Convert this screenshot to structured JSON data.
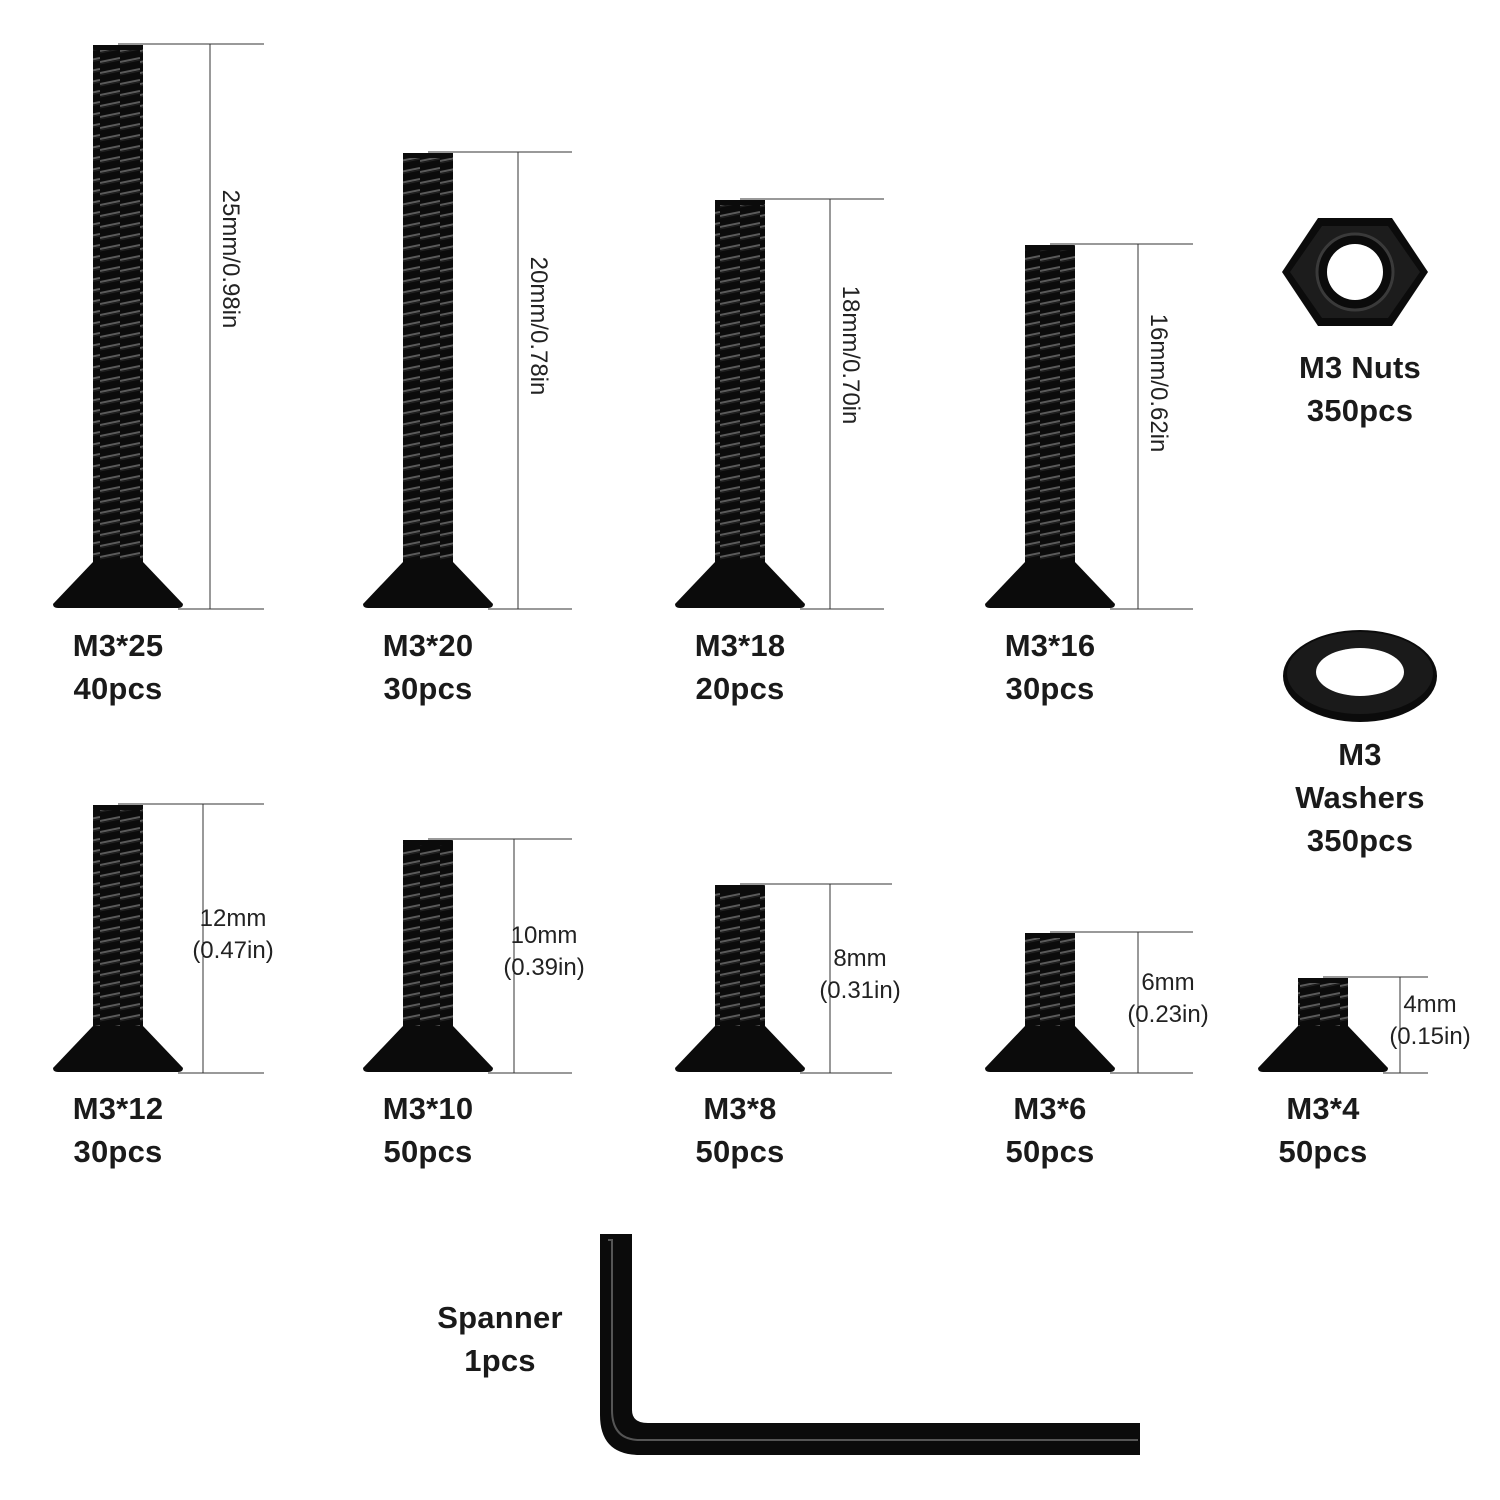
{
  "colors": {
    "hardware": "#0b0b0b",
    "thread_highlight": "#5a5a5a",
    "dimension_line": "#333333",
    "background": "#ffffff"
  },
  "screws": [
    {
      "size": "M3*25",
      "qty": "40pcs",
      "dimension": "25mm/0.98in"
    },
    {
      "size": "M3*20",
      "qty": "30pcs",
      "dimension": "20mm/0.78in"
    },
    {
      "size": "M3*18",
      "qty": "20pcs",
      "dimension": "18mm/0.70in"
    },
    {
      "size": "M3*16",
      "qty": "30pcs",
      "dimension": "16mm/0.62in"
    },
    {
      "size": "M3*12",
      "qty": "30pcs",
      "dimension_mm": "12mm",
      "dimension_in": "(0.47in)"
    },
    {
      "size": "M3*10",
      "qty": "50pcs",
      "dimension_mm": "10mm",
      "dimension_in": "(0.39in)"
    },
    {
      "size": "M3*8",
      "qty": "50pcs",
      "dimension_mm": "8mm",
      "dimension_in": "(0.31in)"
    },
    {
      "size": "M3*6",
      "qty": "50pcs",
      "dimension_mm": "6mm",
      "dimension_in": "(0.23in)"
    },
    {
      "size": "M3*4",
      "qty": "50pcs",
      "dimension_mm": "4mm",
      "dimension_in": "(0.15in)"
    }
  ],
  "nuts": {
    "line1": "M3 Nuts",
    "line2": "350pcs"
  },
  "washers": {
    "line1": "M3",
    "line2": "Washers",
    "line3": "350pcs"
  },
  "spanner": {
    "line1": "Spanner",
    "line2": "1pcs"
  }
}
